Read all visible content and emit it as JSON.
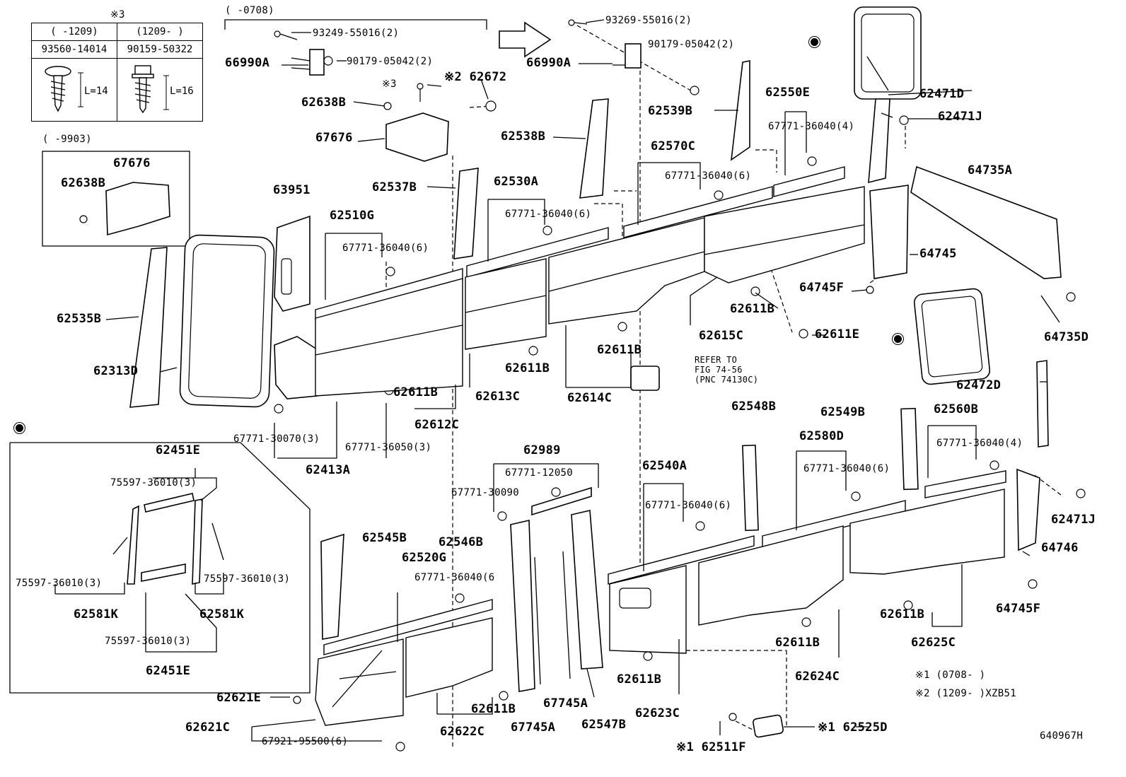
{
  "bolt_box": {
    "note_mark": "※3",
    "col1_range": "( -1209)",
    "col2_range": "(1209- )",
    "col1_part": "93560-14014",
    "col2_part": "90159-50322",
    "col1_length": "L=14",
    "col2_length": "L=16"
  },
  "inset_box": {
    "range": "( -9903)",
    "label_67676": "67676",
    "label_62638b": "62638B"
  },
  "top_range": "( -0708)",
  "refer_note": {
    "line1": "REFER TO",
    "line2": "FIG 74-56",
    "line3": "(PNC 74130C)"
  },
  "footnotes": {
    "n1": "※1 (0708- )",
    "n2": "※2 (1209- )XZB51"
  },
  "figure_code": "640967H",
  "labels": {
    "l93249": "93249-55016(2)",
    "l66990a_l": "66990A",
    "l90179_l": "90179-05042(2)",
    "l93269": "93269-55016(2)",
    "l66990a_r": "66990A",
    "l90179_r": "90179-05042(2)",
    "l3mark": "※3",
    "l2mark": "※2 62672",
    "l62638b": "62638B",
    "l67676": "67676",
    "l62538b": "62538B",
    "l62539b": "62539B",
    "l62550e": "62550E",
    "l67771_4a": "67771-36040(4)",
    "l62471d": "62471D",
    "l62471j_t": "62471J",
    "l64735a": "64735A",
    "l62570c": "62570C",
    "l67771_6a": "67771-36040(6)",
    "l62537b": "62537B",
    "l62530a": "62530A",
    "l67771_6b": "67771-36040(6)",
    "l63951": "63951",
    "l62510g": "62510G",
    "l67771_6c": "67771-36040(6)",
    "l64745": "64745",
    "l64745f_t": "64745F",
    "l62611b_a": "62611B",
    "l62611e": "62611E",
    "l62615c": "62615C",
    "l64735d": "64735D",
    "l62535b": "62535B",
    "l62313d": "62313D",
    "l62611b_b": "62611B",
    "l62611b_c": "62611B",
    "l62611b_d": "62611B",
    "l62613c": "62613C",
    "l62614c": "62614C",
    "l62612c": "62612C",
    "l62472d": "62472D",
    "l67771_30070": "67771-30070(3)",
    "l67771_36050": "67771-36050(3)",
    "l62413a": "62413A",
    "l62548b": "62548B",
    "l62549b": "62549B",
    "l62560b": "62560B",
    "l62580d": "62580D",
    "l67771_4b": "67771-36040(4)",
    "l67771_6d": "67771-36040(6)",
    "l62989": "62989",
    "l67771_12050": "67771-12050",
    "l67771_30090": "67771-30090",
    "l62540a": "62540A",
    "l67771_6e": "67771-36040(6)",
    "l62471j_b": "62471J",
    "l64746": "64746",
    "l62451e_t": "62451E",
    "l75597_a": "75597-36010(3)",
    "l75597_b": "75597-36010(3)",
    "l75597_c": "75597-36010(3)",
    "l75597_d": "75597-36010(3)",
    "l62581k_l": "62581K",
    "l62581k_r": "62581K",
    "l62451e_b": "62451E",
    "l62545b": "62545B",
    "l62546b": "62546B",
    "l62520g": "62520G",
    "l67771_6f": "67771-36040(6",
    "l64745f_b": "64745F",
    "l62611b_e": "62611B",
    "l62611b_f": "62611B",
    "l62625c": "62625C",
    "l62624c": "62624C",
    "l62621e": "62621E",
    "l62611b_g": "62611B",
    "l67745a_a": "67745A",
    "l62611b_h": "62611B",
    "l62623c": "62623C",
    "l62621c": "62621C",
    "l67745a_b": "67745A",
    "l62547b": "62547B",
    "l62622c": "62622C",
    "l67921": "67921-95500(6)",
    "l62525d": "※1 62525D",
    "l62511f": "※1 62511F"
  }
}
